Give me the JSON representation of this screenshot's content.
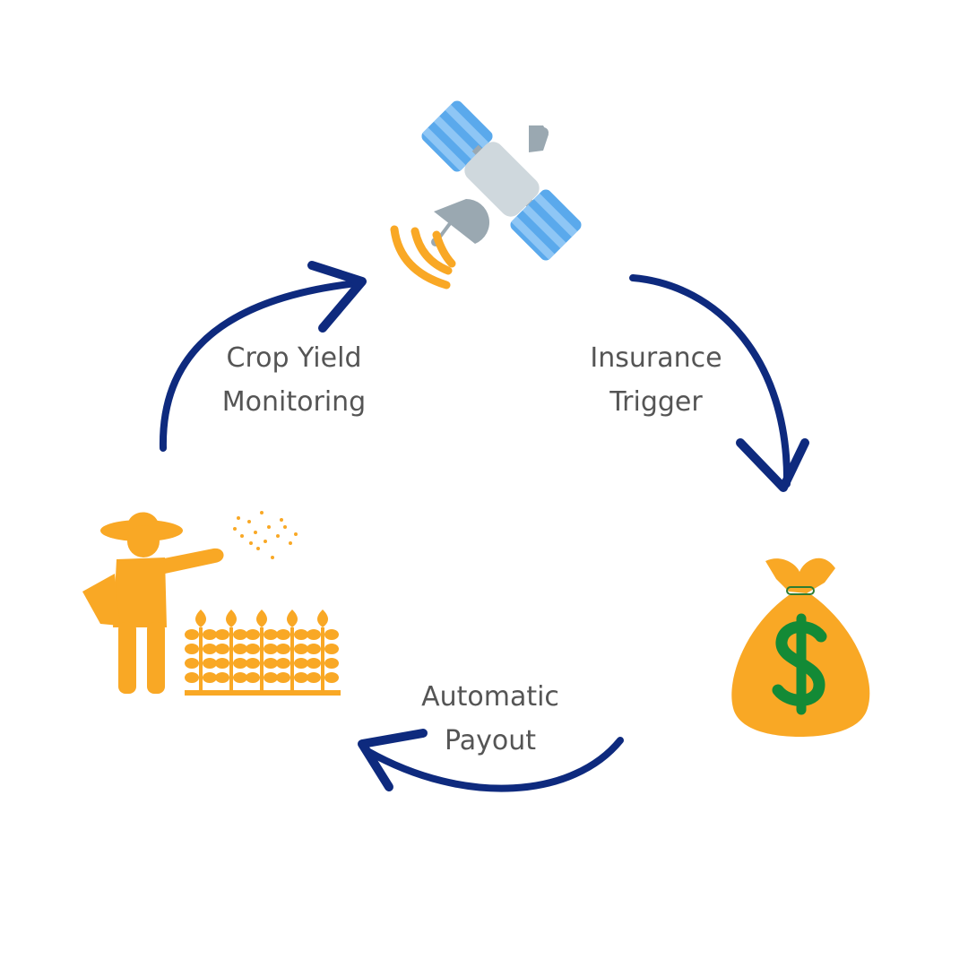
{
  "diagram": {
    "steps": [
      {
        "id": "crop",
        "line1": "Crop Yield",
        "line2": "Monitoring"
      },
      {
        "id": "insurance",
        "line1": "Insurance",
        "line2": "Trigger"
      },
      {
        "id": "payout",
        "line1": "Automatic",
        "line2": "Payout"
      }
    ],
    "icons": [
      "satellite-icon",
      "money-bag-icon",
      "farmer-icon",
      "crop-field-icon"
    ],
    "colors": {
      "arrow": "#0e2a7e",
      "text": "#555555",
      "accent_orange": "#f9a825",
      "panel_blue": "#5aa9ec",
      "panel_blue_light": "#8ec6f5",
      "satellite_body": "#cfd8dd",
      "satellite_dark": "#9aa8b1",
      "dollar_green": "#138a36"
    }
  }
}
